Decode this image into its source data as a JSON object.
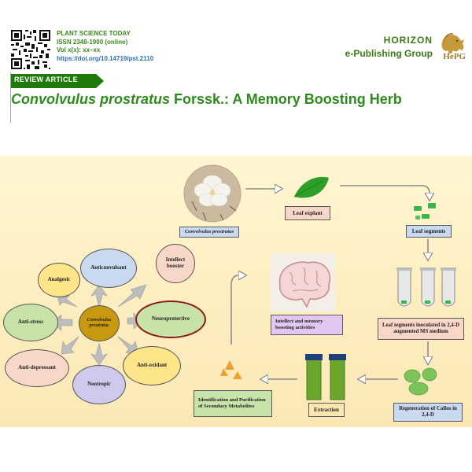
{
  "header": {
    "journal_name": "PLANT SCIENCE TODAY",
    "issn": "ISSN 2348-1900 (online)",
    "volume": "Vol x(x):  xx–xx",
    "doi": "https://doi.org/10.14719/pst.2110",
    "publisher_line1": "HORIZON",
    "publisher_line2": "e-Publishing Group",
    "publisher_logo_text": "HePG"
  },
  "article": {
    "tag": "REVIEW ARTICLE",
    "title_italic": "Convolvulus prostratus",
    "title_rest": " Forssk.: A Memory Boosting Herb"
  },
  "abstract": {
    "plant_label": "Convolvulus prostratus",
    "leaf_explant": "Leaf explant",
    "leaf_segments": "Leaf segments",
    "inoculated": "Leaf segments inoculated  in 2,4-D augmented MS medium",
    "regeneration": "Regeneration of Callus in 2,4-D",
    "extraction": "Extraction",
    "identification": "Identification  and Purification  of Secondary Metabolites",
    "intellect_memory": "Intellect and memory boosting activities",
    "center": "Convolvulus prostratus",
    "activities": {
      "analgesic": "Analgesic",
      "anticonvulsant": "Anticonvulsant",
      "intellect_booster": "Intellect booster",
      "neuroprotective": "Neuroprotective",
      "anti_oxidant": "Anti-oxidant",
      "nootropic": "Nootropic",
      "anti_depressant": "Anti-depressant",
      "anti_stress": "Anti-stress"
    }
  },
  "colors": {
    "brand_green": "#2f8a1e",
    "tag_green": "#1f7a0c",
    "doi_blue": "#2a6fb8",
    "panel_bg": "#fdefc2"
  }
}
